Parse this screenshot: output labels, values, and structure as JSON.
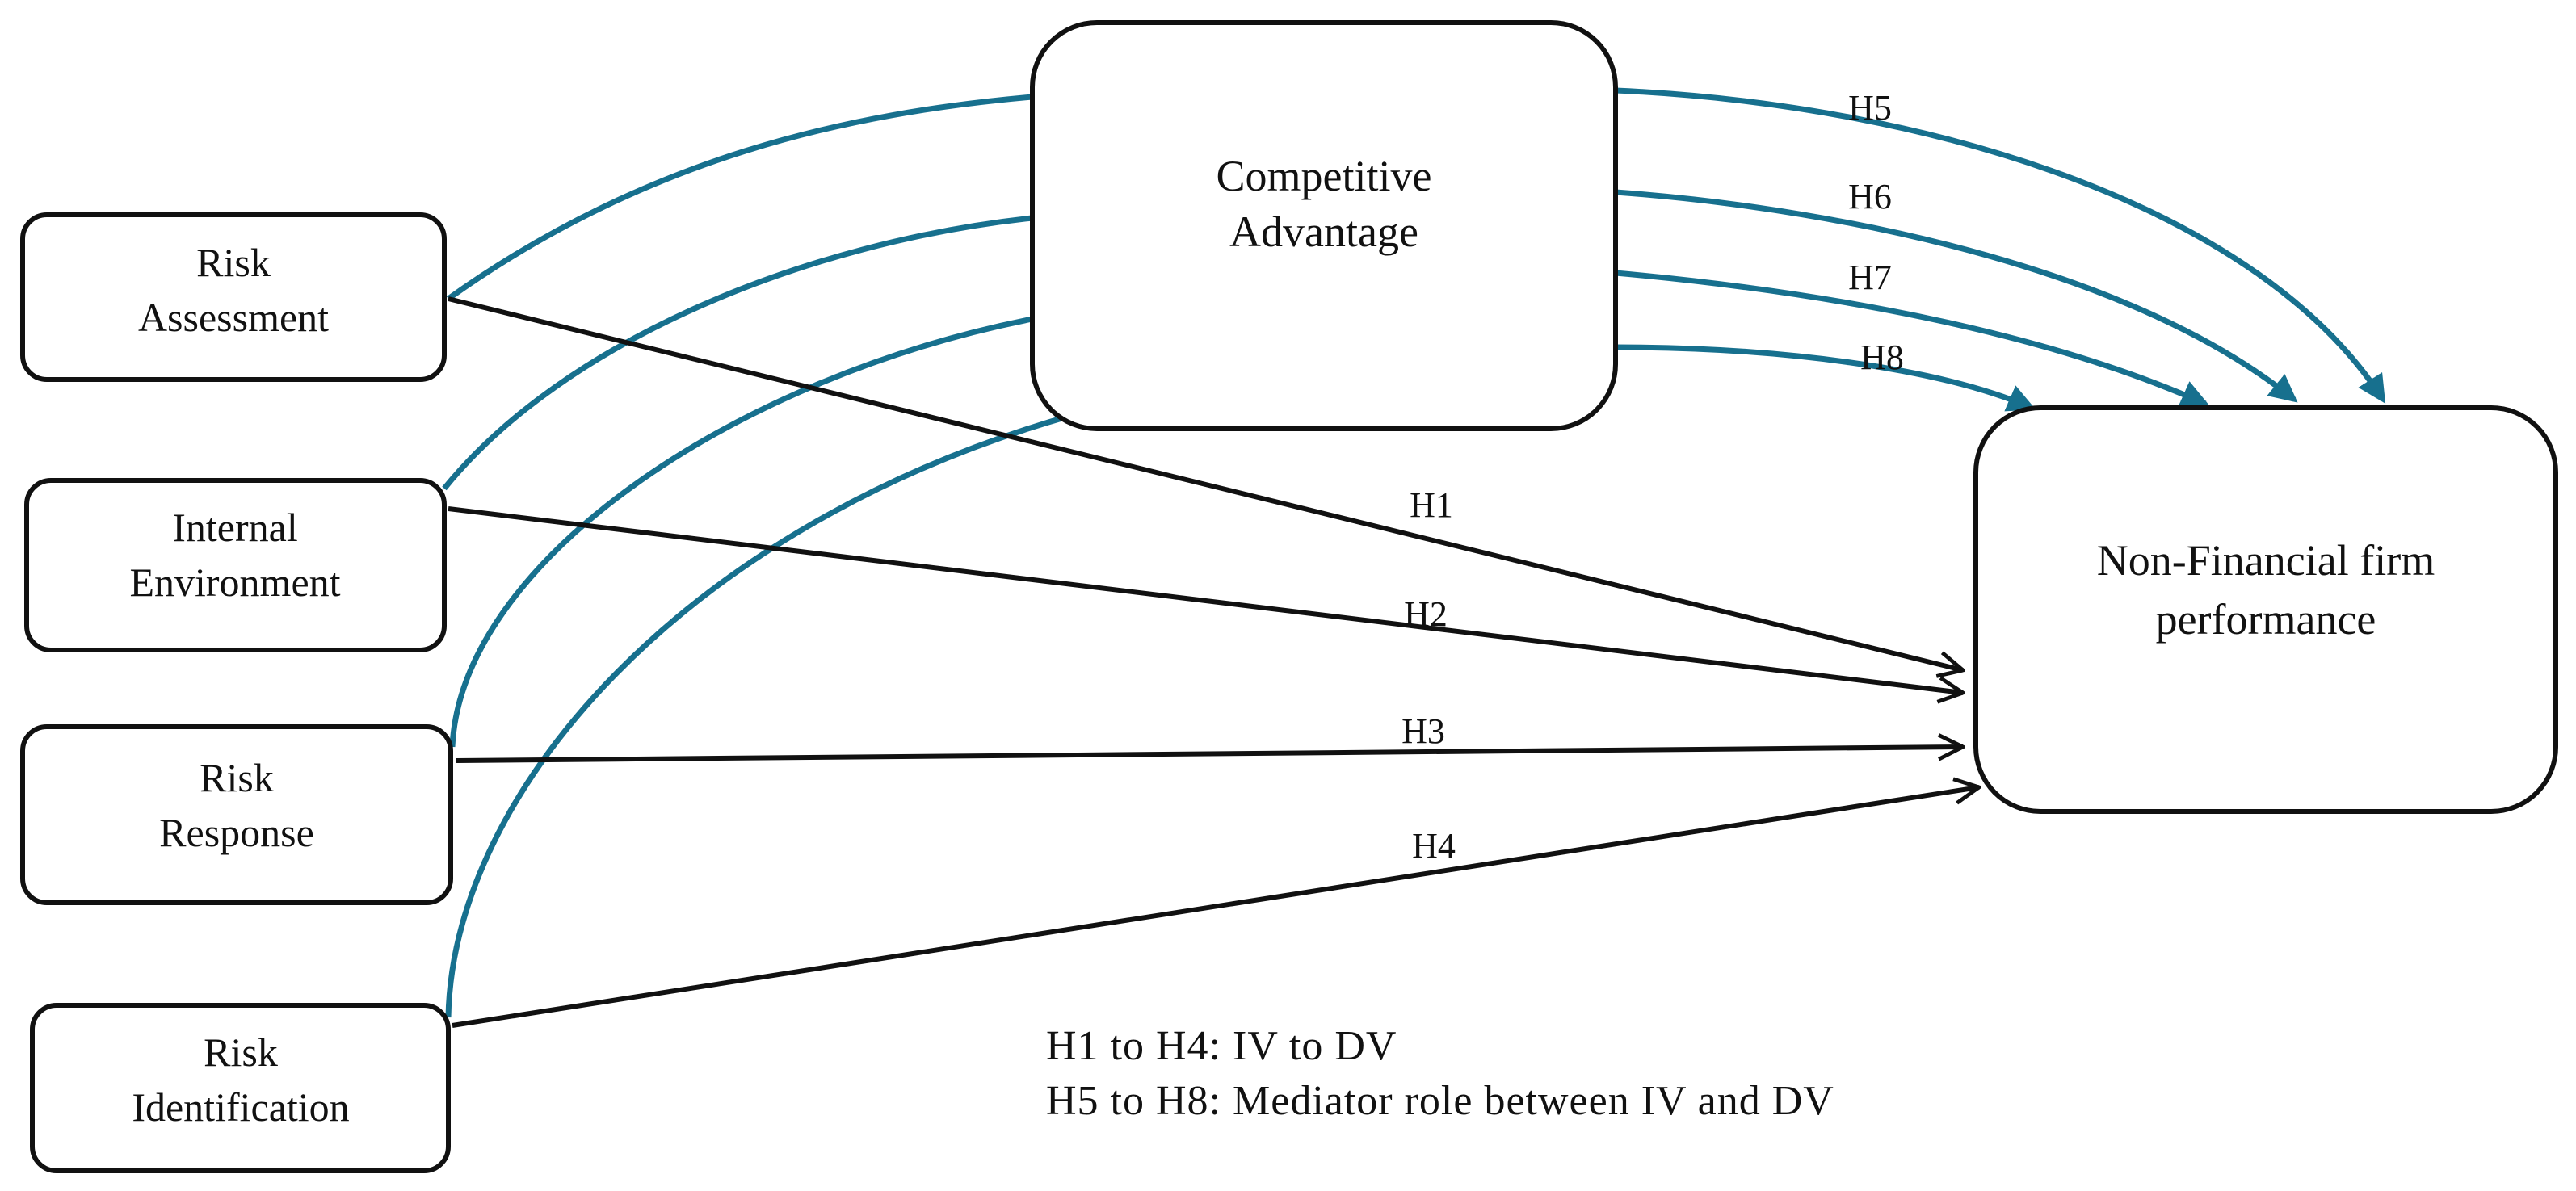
{
  "nodes": {
    "risk_assessment": [
      "Risk",
      "Assessment"
    ],
    "internal_environment": [
      "Internal",
      "Environment"
    ],
    "risk_response": [
      "Risk",
      "Response"
    ],
    "risk_identification": [
      "Risk",
      "Identification"
    ],
    "competitive_advantage": [
      "Competitive",
      "Advantage"
    ],
    "non_financial_performance": [
      "Non-Financial firm",
      "performance"
    ]
  },
  "edges": {
    "h1": "H1",
    "h2": "H2",
    "h3": "H3",
    "h4": "H4",
    "h5": "H5",
    "h6": "H6",
    "h7": "H7",
    "h8": "H8"
  },
  "legend": {
    "line1": "H1 to H4: IV to DV",
    "line2": "H5 to H8: Mediator role between IV and DV"
  },
  "colors": {
    "direct_path": "#111111",
    "mediator_path": "#17708e"
  }
}
